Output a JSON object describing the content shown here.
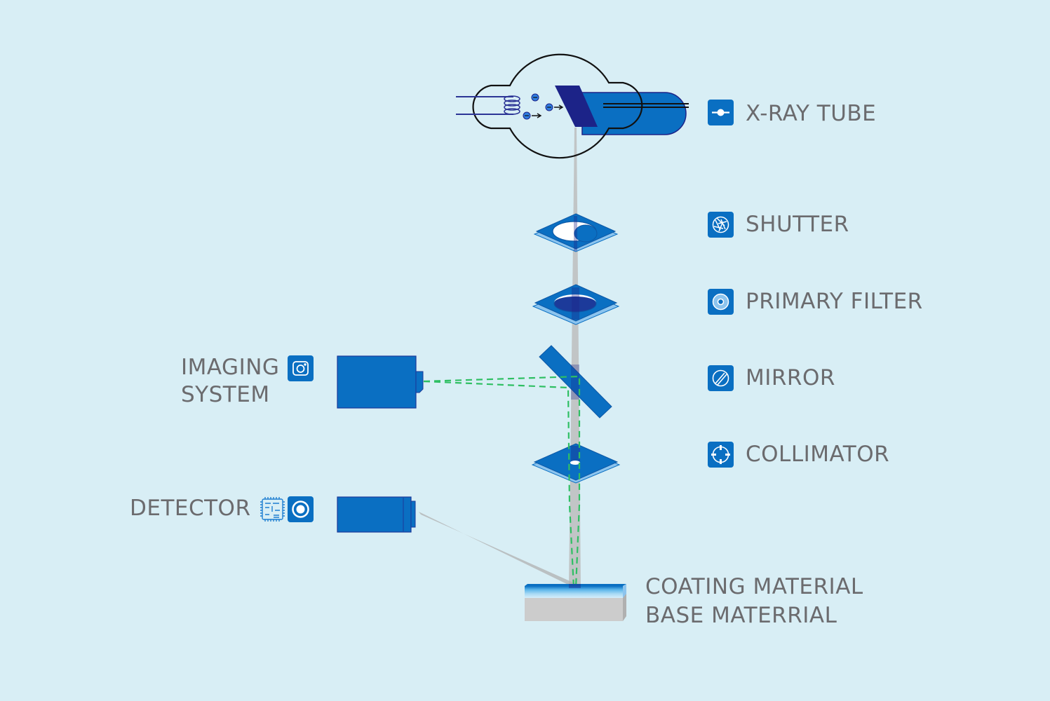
{
  "colors": {
    "background": "#d8eef5",
    "component_blue": "#0a6fc2",
    "dark_blue": "#1c2388",
    "label_gray": "#6b6b6e",
    "beam_gray": "#bdbdbd",
    "signal_green": "#2fbf63"
  },
  "components": [
    {
      "id": "xray-tube",
      "label": "X-RAY TUBE",
      "icon": "xray-tube-icon"
    },
    {
      "id": "shutter",
      "label": "SHUTTER",
      "icon": "aperture-icon"
    },
    {
      "id": "primary-filter",
      "label": "PRIMARY FILTER",
      "icon": "ring-icon"
    },
    {
      "id": "mirror",
      "label": "MIRROR",
      "icon": "mirror-icon"
    },
    {
      "id": "collimator",
      "label": "COLLIMATOR",
      "icon": "crosshair-icon"
    }
  ],
  "imaging_system": {
    "label_line1": "IMAGING",
    "label_line2": "SYSTEM",
    "icon": "camera-icon"
  },
  "detector": {
    "label": "DETECTOR",
    "icons": [
      "chip-icon",
      "target-icon"
    ]
  },
  "sample": {
    "coating_label": "COATING MATERIAL",
    "base_label": "BASE MATERRIAL"
  }
}
